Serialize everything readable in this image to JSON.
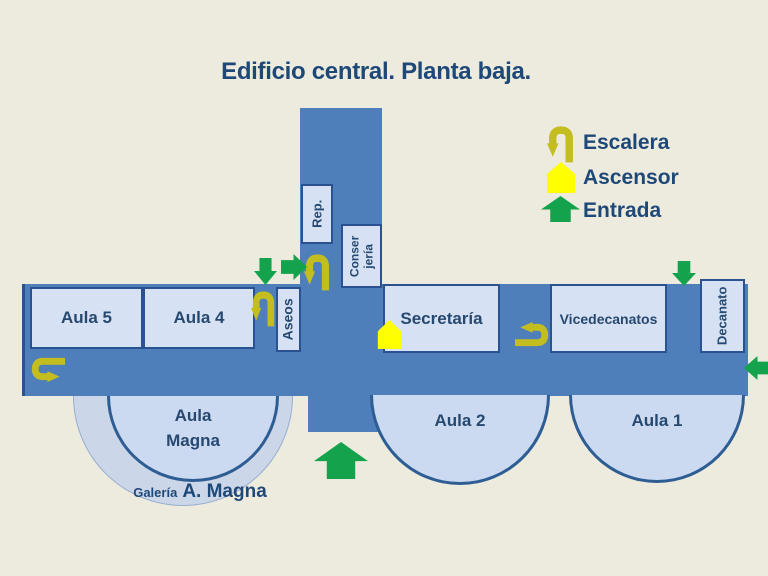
{
  "title": "Edificio central. Planta baja.",
  "legend": {
    "items": [
      {
        "label": "Escalera",
        "icon": "stairs-uturn-arrow"
      },
      {
        "label": "Ascensor",
        "icon": "elevator"
      },
      {
        "label": "Entrada",
        "icon": "entrance-arrow"
      }
    ]
  },
  "rooms": {
    "aula5": "Aula 5",
    "aula4": "Aula 4",
    "aseos": "Aseos",
    "rep": "Rep.",
    "conserjeria": "Conser\njería",
    "secretaria": "Secretaría",
    "vicedecanatos": "Vicedecanatos",
    "decanato": "Decanato",
    "aula_magna": "Aula\nMagna",
    "aula2": "Aula 2",
    "aula1": "Aula 1",
    "galeria_prefix": "Galería",
    "galeria_name": "A. Magna"
  },
  "colors": {
    "background": "#EDEBDE",
    "corridor_blue": "#4E7FBA",
    "room_fill": "#D6E2F4",
    "room_border": "#2A5291",
    "text_navy": "#1E4878",
    "hall_fill": "#CBDAF1",
    "hall_border": "#2E5D94",
    "galeria_fill": "#CBD6E9",
    "galeria_border": "#97AED1",
    "stairs_yellow_green": "#C3BD20",
    "elevator_yellow": "#FFFF00",
    "entrance_green": "#14A24C"
  }
}
